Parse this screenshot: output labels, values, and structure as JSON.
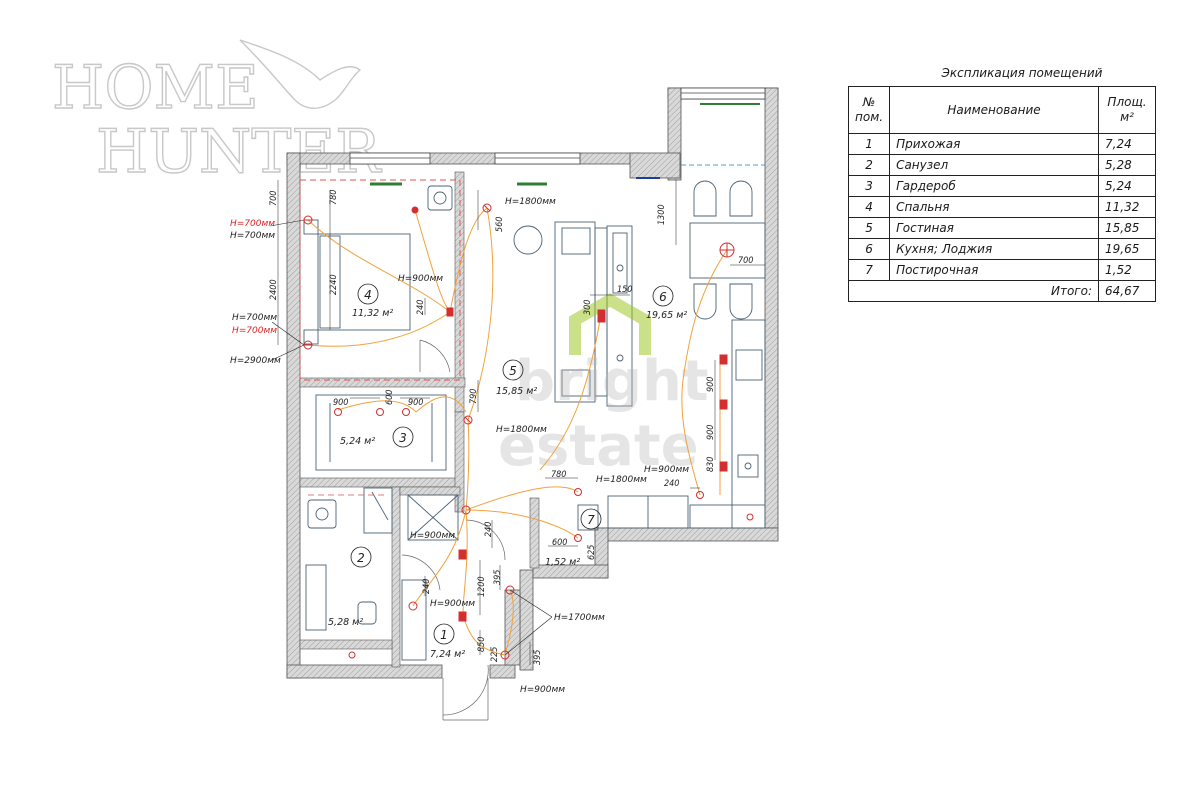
{
  "logo": {
    "line1": "HOME",
    "line2": "HUNTER"
  },
  "watermark": {
    "line1": "bright",
    "line2": "estate"
  },
  "explication": {
    "caption": "Экспликация помещений",
    "headers": {
      "num": "№ пом.",
      "name": "Наименование",
      "area": "Площ. м²"
    },
    "rows": [
      {
        "n": "1",
        "name": "Прихожая",
        "area": "7,24"
      },
      {
        "n": "2",
        "name": "Санузел",
        "area": "5,28"
      },
      {
        "n": "3",
        "name": "Гардероб",
        "area": "5,24"
      },
      {
        "n": "4",
        "name": "Спальня",
        "area": "11,32"
      },
      {
        "n": "5",
        "name": "Гостиная",
        "area": "15,85"
      },
      {
        "n": "6",
        "name": "Кухня; Лоджия",
        "area": "19,65"
      },
      {
        "n": "7",
        "name": "Постирочная",
        "area": "1,52"
      }
    ],
    "total_label": "Итого:",
    "total_value": "64,67"
  },
  "rooms": [
    {
      "num": "1",
      "area": "7,24 м²"
    },
    {
      "num": "2",
      "area": "5,28 м²"
    },
    {
      "num": "3",
      "area": "5,24 м²"
    },
    {
      "num": "4",
      "area": "11,32 м²"
    },
    {
      "num": "5",
      "area": "15,85 м²"
    },
    {
      "num": "6",
      "area": "19,65 м²"
    },
    {
      "num": "7",
      "area": "1,52 м²"
    }
  ],
  "heights": {
    "h700": "Н=700мм",
    "h900": "Н=900мм",
    "h1800": "Н=1800мм",
    "h2900": "Н=2900мм",
    "h1700": "Н=1700мм"
  },
  "dims": {
    "d700": "700",
    "d780": "780",
    "d2400": "2400",
    "d2240": "2240",
    "d240": "240",
    "d560": "560",
    "d1300": "1300",
    "d150": "150",
    "d300": "300",
    "d900": "900",
    "d600": "600",
    "d790": "790",
    "d830": "830",
    "d625": "625",
    "d1200": "1200",
    "d850": "850",
    "d395": "395",
    "d225": "225"
  },
  "colors": {
    "wall": "#bdbdbd",
    "wire": "#f0a23c",
    "socket": "#d32f2f",
    "window": "#2e7d32",
    "furniture": "#4a6275"
  }
}
